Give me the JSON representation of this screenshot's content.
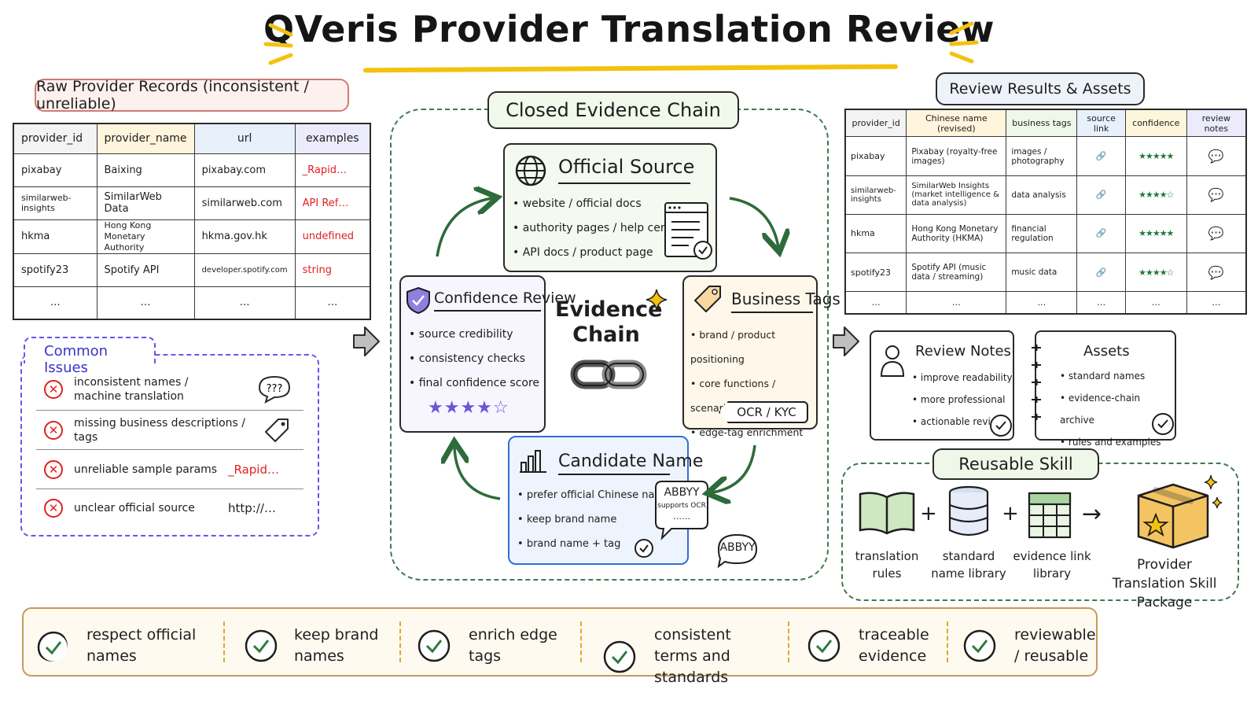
{
  "title": "QVeris Provider Translation Review",
  "raw": {
    "label": "Raw Provider Records (inconsistent / unreliable)",
    "headers": [
      "provider_id",
      "provider_name",
      "url",
      "examples"
    ],
    "rows": [
      [
        "pixabay",
        "Baixing",
        "pixabay.com",
        "_Rapid…"
      ],
      [
        "similarweb-insights",
        "SimilarWeb Data",
        "similarweb.com",
        "API Ref…"
      ],
      [
        "hkma",
        "Hong Kong Monetary Authority",
        "hkma.gov.hk",
        "undefined"
      ],
      [
        "spotify23",
        "Spotify API",
        "developer.spotify.com",
        "string"
      ],
      [
        "…",
        "…",
        "…",
        "…"
      ]
    ]
  },
  "issues": {
    "label": "Common Issues",
    "items": [
      {
        "text": "inconsistent names / machine translation",
        "aside": "???"
      },
      {
        "text": "missing business descriptions / tags",
        "aside": ""
      },
      {
        "text": "unreliable sample params",
        "aside": "_Rapid…"
      },
      {
        "text": "unclear official source",
        "aside": "http://…"
      }
    ]
  },
  "chain": {
    "label": "Closed Evidence Chain",
    "center": [
      "Evidence",
      "Chain"
    ],
    "official": {
      "title": "Official Source",
      "items": [
        "website / official docs",
        "authority pages / help center",
        "API docs / product page"
      ]
    },
    "confidence": {
      "title": "Confidence Review",
      "items": [
        "source credibility",
        "consistency checks",
        "final confidence score"
      ],
      "stars": "★★★★☆"
    },
    "tags": {
      "title": "Business Tags",
      "items": [
        "brand / product positioning",
        "core functions / scenarios",
        "edge-tag enrichment"
      ],
      "tag": "OCR / KYC"
    },
    "candidate": {
      "title": "Candidate Name",
      "items": [
        "prefer official Chinese name",
        "keep brand name",
        "brand name + tag"
      ],
      "bubble1": "ABBYY",
      "bubble1_sub": "(supports OCR)",
      "bubble1_dots": "……",
      "bubble2": "ABBYY"
    }
  },
  "results": {
    "label": "Review Results & Assets",
    "headers": [
      "provider_id",
      "Chinese name (revised)",
      "business tags",
      "source link",
      "confidence",
      "review notes"
    ],
    "rows": [
      {
        "id": "pixabay",
        "name": "Pixabay (royalty-free images)",
        "tags": "images / photography",
        "stars": "★★★★★"
      },
      {
        "id": "similarweb-insights",
        "name": "SimilarWeb Insights (market intelligence & data analysis)",
        "tags": "data analysis",
        "stars": "★★★★☆"
      },
      {
        "id": "hkma",
        "name": "Hong Kong Monetary Authority (HKMA)",
        "tags": "financial regulation",
        "stars": "★★★★★"
      },
      {
        "id": "spotify23",
        "name": "Spotify API (music data / streaming)",
        "tags": "music data",
        "stars": "★★★★☆"
      }
    ],
    "ellipsis": "…"
  },
  "notes": {
    "title": "Review Notes",
    "items": [
      "improve readability",
      "more professional",
      "actionable review"
    ]
  },
  "assets": {
    "title": "Assets",
    "items": [
      "standard names",
      "evidence-chain archive",
      "rules and examples"
    ]
  },
  "skill": {
    "label": "Reusable Skill",
    "parts": [
      "translation rules",
      "standard name library",
      "evidence link library"
    ],
    "result": "Provider Translation Skill Package",
    "plus": "+",
    "arrow": "→"
  },
  "principles": [
    "respect official names",
    "keep brand names",
    "enrich edge tags",
    "consistent terms and standards",
    "traceable evidence",
    "reviewable / reusable"
  ],
  "colors": {
    "accent_yellow": "#f4c20d",
    "chain_green": "#3d7a4c",
    "issue_purple": "#6655ee",
    "error_red": "#e02020"
  }
}
